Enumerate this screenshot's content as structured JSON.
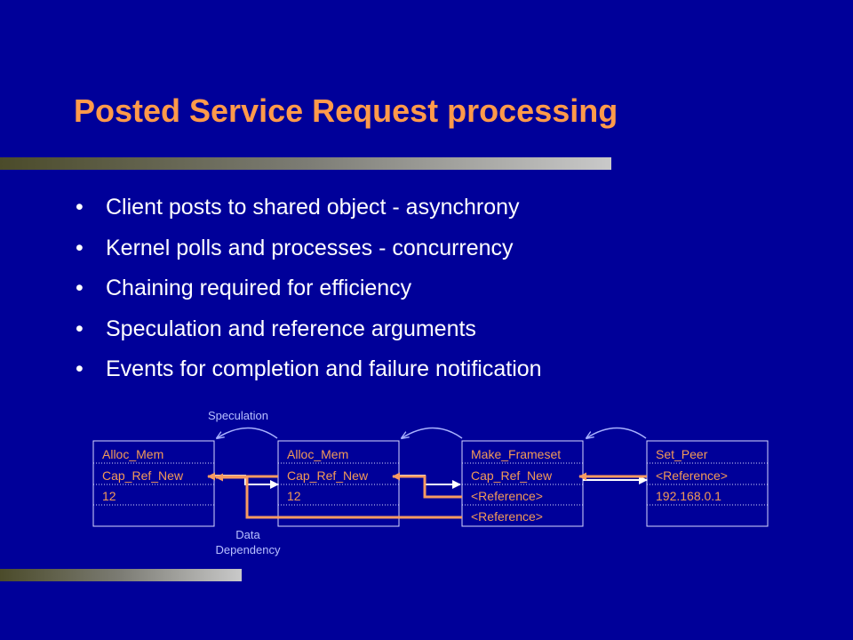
{
  "title": "Posted Service Request processing",
  "bullets": [
    "Client posts to shared object - asynchrony",
    "Kernel polls and processes - concurrency",
    "Chaining required for efficiency",
    "Speculation and reference arguments",
    "Events for completion and failure notification"
  ],
  "diagram": {
    "speculation_label": "Speculation",
    "data_dependency_label_line1": "Data",
    "data_dependency_label_line2": "Dependency",
    "boxes": [
      {
        "rows": [
          "Alloc_Mem",
          "Cap_Ref_New",
          "12"
        ]
      },
      {
        "rows": [
          "Alloc_Mem",
          "Cap_Ref_New",
          "12"
        ]
      },
      {
        "rows": [
          "Make_Frameset",
          "Cap_Ref_New",
          "<Reference>",
          "<Reference>"
        ]
      },
      {
        "rows": [
          "Set_Peer",
          "<Reference>",
          "192.168.0.1"
        ]
      }
    ]
  },
  "colors": {
    "background": "#000099",
    "title": "#ff9a4a",
    "box_text": "#f39a58",
    "dependency_arrow": "#f79a62",
    "box_border": "#d8d8ff",
    "flow_arrow": "#ffffff",
    "speculation_arrow": "#a9b2ff",
    "label": "#b8c0ff"
  }
}
